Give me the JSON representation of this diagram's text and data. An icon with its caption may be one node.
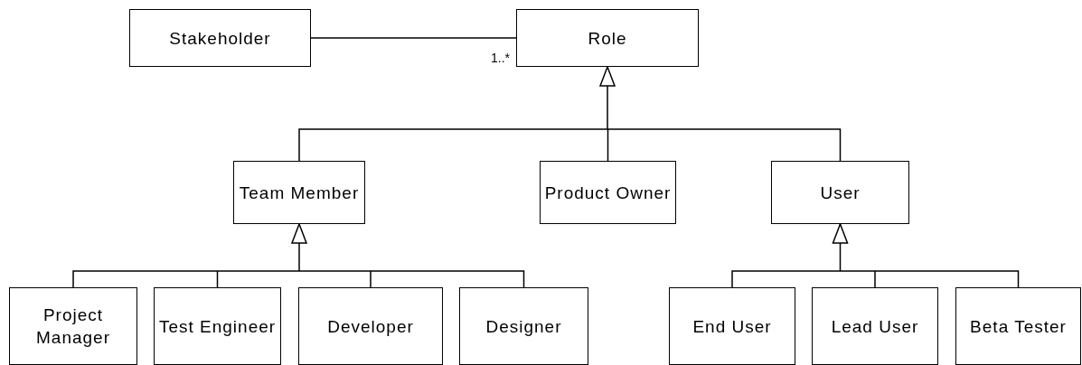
{
  "diagram": {
    "nodes": [
      {
        "text": [
          "Stakeholder"
        ]
      },
      {
        "text": [
          "Role"
        ]
      },
      {
        "text": [
          "Team Member"
        ]
      },
      {
        "text": [
          "Product Owner"
        ]
      },
      {
        "text": [
          "User"
        ]
      },
      {
        "text": [
          "Project Manager"
        ]
      },
      {
        "text": [
          "Test Engineer"
        ]
      },
      {
        "text": [
          "Developer"
        ]
      },
      {
        "text": [
          "Designer"
        ]
      },
      {
        "text": [
          "End User"
        ]
      },
      {
        "text": [
          "Lead User"
        ]
      },
      {
        "text": [
          "Beta Tester"
        ]
      }
    ],
    "edges": [
      {
        "from": 0,
        "to": 1,
        "arrow": "none",
        "label": "1..*"
      },
      {
        "from": 2,
        "to": 1,
        "arrow": "to"
      },
      {
        "from": 3,
        "to": 1,
        "arrow": "to"
      },
      {
        "from": 4,
        "to": 1,
        "arrow": "to"
      },
      {
        "from": 5,
        "to": 2,
        "arrow": "to"
      },
      {
        "from": 6,
        "to": 2,
        "arrow": "to"
      },
      {
        "from": 7,
        "to": 2,
        "arrow": "to"
      },
      {
        "from": 8,
        "to": 2,
        "arrow": "to"
      },
      {
        "from": 9,
        "to": 4,
        "arrow": "to"
      },
      {
        "from": 10,
        "to": 4,
        "arrow": "to"
      },
      {
        "from": 11,
        "to": 4,
        "arrow": "to"
      }
    ]
  }
}
